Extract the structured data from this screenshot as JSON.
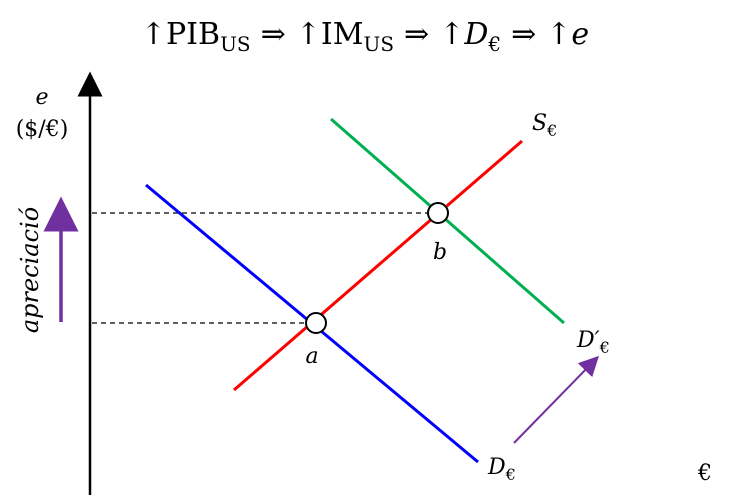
{
  "title": {
    "parts": [
      {
        "arrow": "↑",
        "text": "PIB",
        "sub": "US"
      },
      {
        "sep": "⇒"
      },
      {
        "arrow": "↑",
        "text": "IM",
        "sub": "US"
      },
      {
        "sep": "⇒"
      },
      {
        "arrow": "↑",
        "text": "D",
        "sub": "€",
        "italic": true
      },
      {
        "sep": "⇒"
      },
      {
        "arrow": "↑",
        "text": "e",
        "italic": true
      }
    ]
  },
  "axes": {
    "y_label_1": "e",
    "y_label_2": "($/€)",
    "x_label": "€"
  },
  "curves": {
    "supply": {
      "name": "S",
      "sub": "€",
      "color": "#ff0000"
    },
    "demand": {
      "name": "D",
      "sub": "€",
      "color": "#0000ff"
    },
    "demand_new": {
      "name": "D′",
      "sub": "€",
      "color": "#00b050"
    }
  },
  "points": {
    "a": "a",
    "b": "b"
  },
  "annotation": {
    "text": "apreciació",
    "arrow_color": "#7030a0"
  }
}
